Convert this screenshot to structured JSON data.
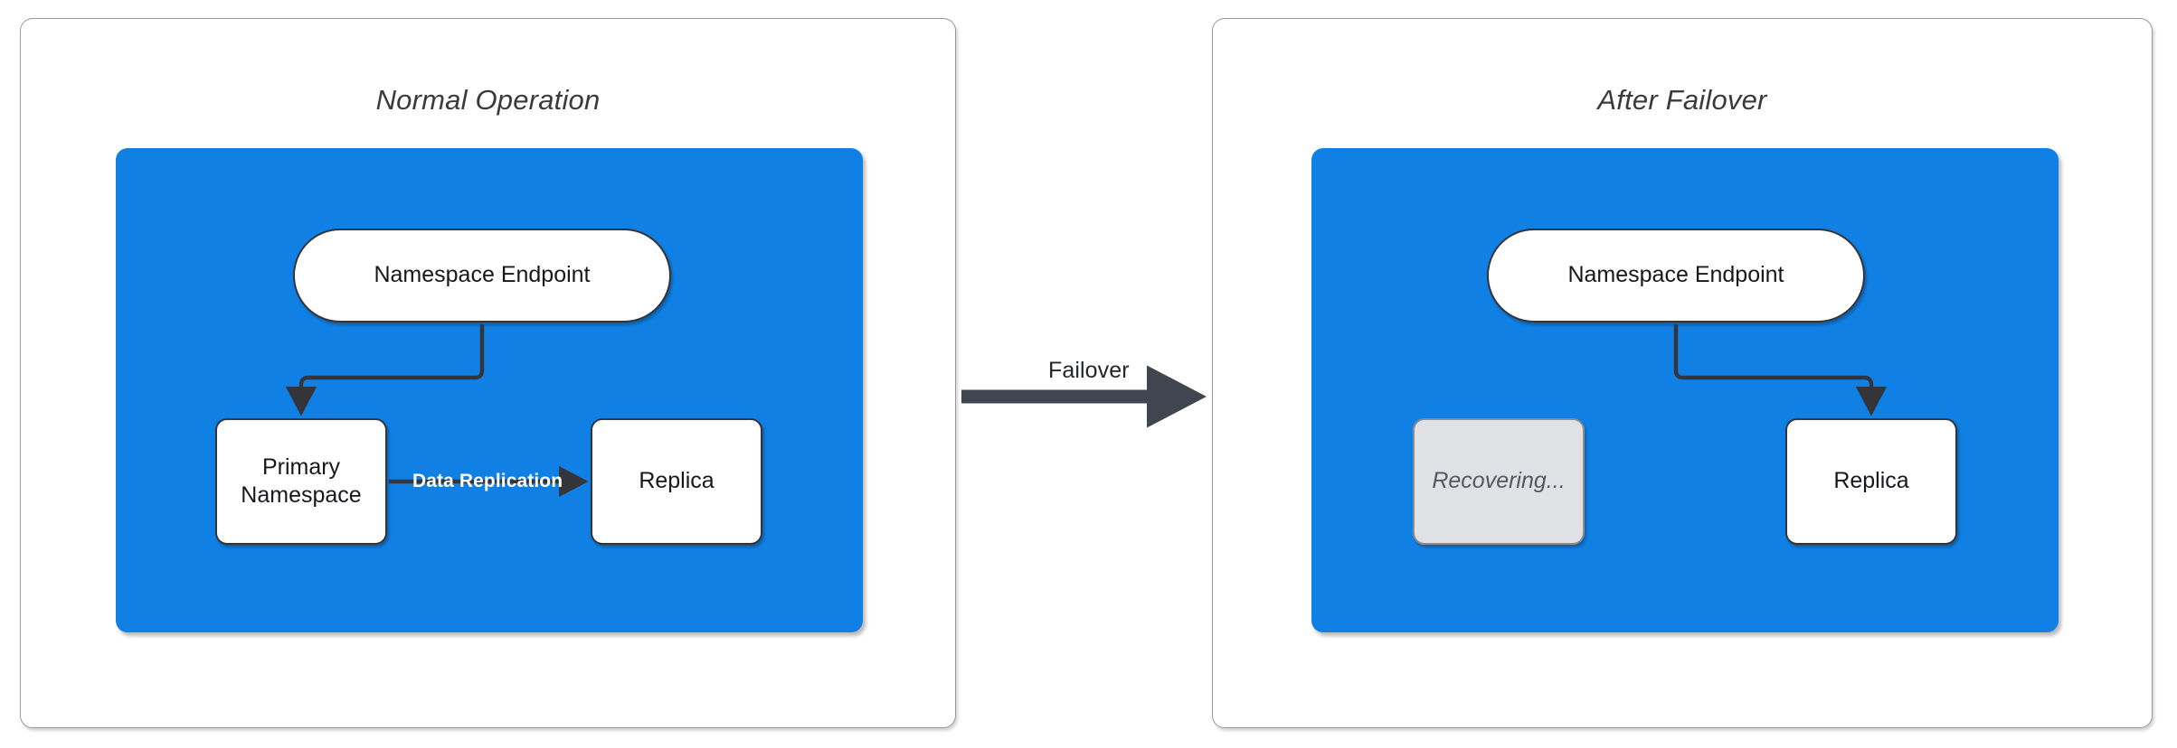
{
  "diagram": {
    "type": "failover-architecture",
    "background_color": "#ffffff",
    "accent_blue": "#1180E4",
    "stroke_color": "#33353a",
    "recovering_fill": "#E0E2E6",
    "panels": [
      {
        "id": "normal",
        "title": "Normal Operation",
        "nodes": [
          {
            "id": "endpoint",
            "label": "Namespace Endpoint",
            "shape": "pill",
            "state": "active"
          },
          {
            "id": "primary",
            "label": "Primary Namespace",
            "shape": "box",
            "state": "active"
          },
          {
            "id": "replica",
            "label": "Replica",
            "shape": "box",
            "state": "active"
          }
        ],
        "edges": [
          {
            "from": "endpoint",
            "to": "primary",
            "label": "",
            "style": "elbow-left-down"
          },
          {
            "from": "primary",
            "to": "replica",
            "label": "Data Replication",
            "style": "straight-right"
          }
        ]
      },
      {
        "id": "failover",
        "title": "After Failover",
        "nodes": [
          {
            "id": "endpoint",
            "label": "Namespace Endpoint",
            "shape": "pill",
            "state": "active"
          },
          {
            "id": "recovering",
            "label": "Recovering...",
            "shape": "box",
            "state": "recovering"
          },
          {
            "id": "replica",
            "label": "Replica",
            "shape": "box",
            "state": "active"
          }
        ],
        "edges": [
          {
            "from": "endpoint",
            "to": "replica",
            "label": "",
            "style": "elbow-right-down"
          }
        ]
      }
    ],
    "transition": {
      "label": "Failover",
      "direction": "left-to-right",
      "color": "#40454f"
    }
  }
}
